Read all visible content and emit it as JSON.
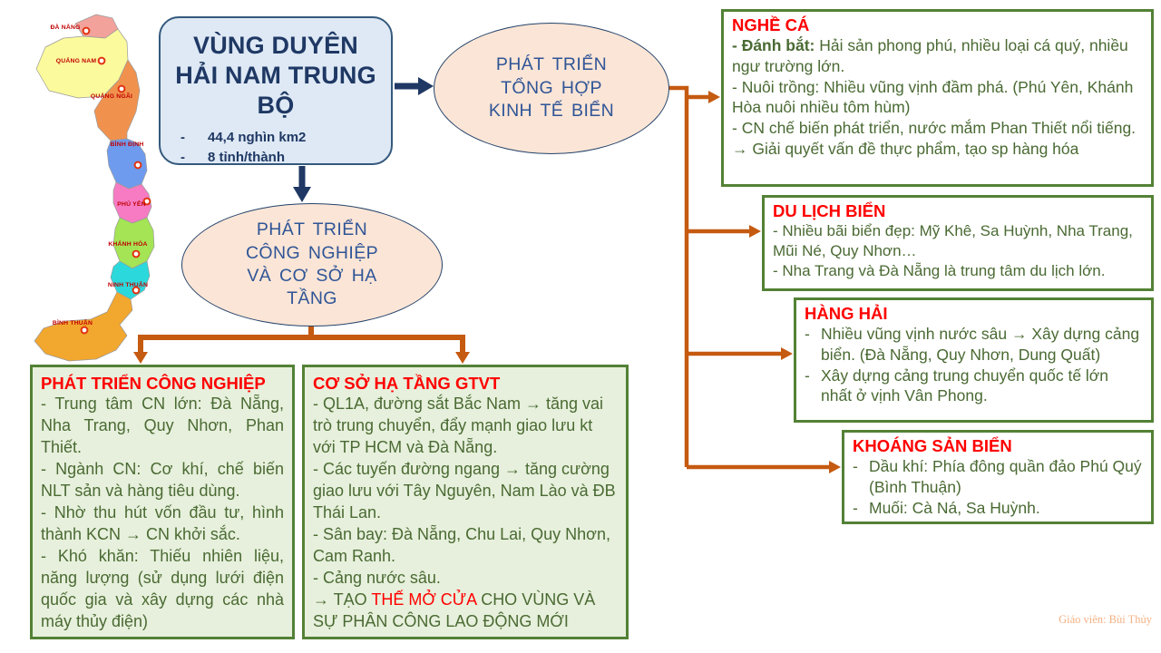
{
  "colors": {
    "accent_orange": "#C55A11",
    "navy_arrow": "#1F3864",
    "green_border": "#538135",
    "title_red": "#FF0000",
    "body_green": "#4A6A33",
    "title_box_fill": "#DEE9F5",
    "ellipse_fill": "#FBE5D6"
  },
  "title_box": {
    "title": "VÙNG DUYÊN HẢI NAM TRUNG BỘ",
    "dash": "-",
    "bullet1": "44,4 nghìn km2",
    "bullet2": "8 tỉnh/thành"
  },
  "ellipses": {
    "sea": "PHÁT TRIỂN TỔNG HỢP KINH TẾ BIỂN",
    "industry": "PHÁT TRIỂN CÔNG NGHIỆP VÀ CƠ SỞ HẠ TẦNG"
  },
  "boxes": {
    "nghe_ca": {
      "title": "NGHỀ CÁ",
      "l1_lead": "- Đánh bắt:",
      "l1_rest": " Hải sản phong phú, nhiều loại cá quý, nhiều ngư trường lớn.",
      "l2": "- Nuôi trồng: Nhiều vũng vịnh đầm phá. (Phú Yên, Khánh Hòa nuôi nhiều tôm hùm)",
      "l3": "- CN chế biến phát triển, nước mắm Phan Thiết nổi tiếng.",
      "l4": "→ Giải quyết vấn đề thực phẩm, tạo sp hàng hóa"
    },
    "du_lich": {
      "title": "DU LỊCH BIỂN",
      "l1": "- Nhiều bãi biển đẹp: Mỹ Khê, Sa Huỳnh, Nha Trang, Mũi Né, Quy Nhơn…",
      "l2": "- Nha Trang và Đà Nẵng là trung tâm du lịch lớn."
    },
    "hang_hai": {
      "title": "HÀNG HẢI",
      "dash": "-",
      "l1": "Nhiều vũng vịnh nước sâu → Xây dựng cảng biển. (Đà Nẵng, Quy Nhơn, Dung Quất)",
      "l2": "Xây dựng cảng trung chuyển quốc tế lớn nhất ở vịnh Vân Phong."
    },
    "khoang_san": {
      "title": "KHOÁNG SẢN BIỂN",
      "dash": "-",
      "l1": "Dầu khí: Phía đông quần đảo Phú Quý (Bình Thuận)",
      "l2": "Muối: Cà Ná, Sa Huỳnh."
    },
    "cong_nghiep": {
      "title": "PHÁT TRIỂN CÔNG NGHIỆP",
      "l1": "- Trung tâm CN lớn: Đà Nẵng, Nha Trang, Quy Nhơn, Phan Thiết.",
      "l2": "- Ngành CN: Cơ khí, chế biến NLT sản và hàng tiêu dùng.",
      "l3": "- Nhờ thu hút vốn đầu tư, hình thành KCN → CN khởi sắc.",
      "l4": "- Khó khăn: Thiếu nhiên liệu, năng lượng (sử dụng lưới điện quốc gia và xây dựng  các nhà máy thủy điện)"
    },
    "gtvt": {
      "title": "CƠ SỞ HẠ TẦNG GTVT",
      "l1": "- QL1A, đường sắt Bắc Nam → tăng vai trò trung chuyển, đẩy mạnh giao lưu kt với TP HCM và Đà Nẵng.",
      "l2": "- Các tuyến đường ngang → tăng cường giao lưu với Tây Nguyên, Nam Lào và ĐB Thái Lan.",
      "l3": "- Sân bay: Đà Nẵng, Chu Lai, Quy Nhơn, Cam Ranh.",
      "l4": "- Cảng nước sâu.",
      "l5_pre": "→ TẠO ",
      "l5_red": "THẾ MỞ CỬA",
      "l5_post": " CHO VÙNG VÀ SỰ PHÂN CÔNG LAO ĐỘNG MỚI"
    }
  },
  "map": {
    "provinces": [
      {
        "name": "ĐÀ NẴNG",
        "color": "#F2A29B"
      },
      {
        "name": "QUẢNG NAM",
        "color": "#FBFA9C"
      },
      {
        "name": "QUẢNG NGÃI",
        "color": "#F0924E"
      },
      {
        "name": "BÌNH ĐỊNH",
        "color": "#6E9BEE"
      },
      {
        "name": "PHÚ YÊN",
        "color": "#F67BC3"
      },
      {
        "name": "KHÁNH HÒA",
        "color": "#A4E455"
      },
      {
        "name": "NINH THUẬN",
        "color": "#2BD9DC"
      },
      {
        "name": "BÌNH THUẬN",
        "color": "#F2A72E"
      }
    ]
  },
  "footer": {
    "credit": "Giáo viên: Bùi Thủy"
  }
}
